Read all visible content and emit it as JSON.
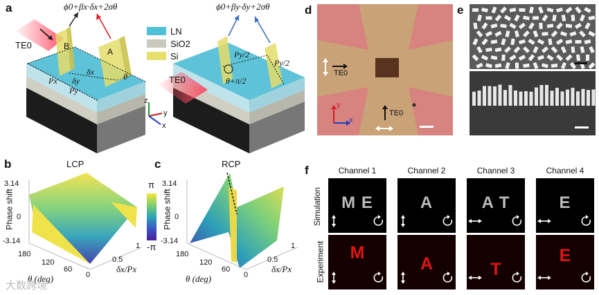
{
  "panels": {
    "a": "a",
    "b": "b",
    "c": "c",
    "d": "d",
    "e": "e",
    "f": "f"
  },
  "panel_a": {
    "formula_left": "ϕ0+βx·δx+2σθ",
    "formula_right": "ϕ0+βy·δy+2σθ",
    "te_left": "TE0",
    "te_right": "TE0",
    "label_B": "B",
    "label_A": "A",
    "px": "Px",
    "py": "Py",
    "dx": "δx",
    "dy": "δy",
    "theta": "θ",
    "py_half_1": "Py/2",
    "py_half_2": "Py/2",
    "theta_pi2": "θ+π/2",
    "legend": [
      {
        "label": "LN",
        "color": "#4fc0d6"
      },
      {
        "label": "SiO2",
        "color": "#c9c9bd"
      },
      {
        "label": "Si",
        "color": "#e6df6a"
      }
    ],
    "axes": {
      "z": "z",
      "y": "y",
      "x": "x"
    }
  },
  "panel_b": {
    "title": "LCP",
    "ylabel": "Phase shift",
    "ticks_y": [
      "3.14",
      "0",
      "-3.14"
    ],
    "xlabel": "θ (deg)",
    "ticks_x": [
      "180",
      "120",
      "60",
      "0"
    ],
    "dlabel": "δx/Px",
    "ticks_d": [
      "1",
      "0.5"
    ]
  },
  "panel_c": {
    "title": "RCP",
    "ylabel": "Phase shift",
    "ticks_y": [
      "3.14",
      "0",
      "-3.14"
    ],
    "xlabel": "θ (deg)",
    "ticks_x": [
      "180",
      "120",
      "60",
      "0"
    ],
    "dlabel": "δx/Px",
    "ticks_d": [
      "1",
      "0.5"
    ]
  },
  "colorbar": {
    "top": "π",
    "bottom": "-π"
  },
  "panel_d": {
    "te_horizontal": "TE0",
    "te_vertical": "TE0",
    "axis_y": "y",
    "axis_x": "x"
  },
  "panel_f": {
    "channels": [
      "Channel 1",
      "Channel 2",
      "Channel 3",
      "Channel 4"
    ],
    "rows": [
      "Simulation",
      "Experiment"
    ],
    "sim_letters": [
      "M E",
      "A",
      "A T",
      "E"
    ],
    "exp_letters": [
      "M",
      "A",
      "T",
      "E"
    ]
  },
  "watermark": "大数跨境"
}
